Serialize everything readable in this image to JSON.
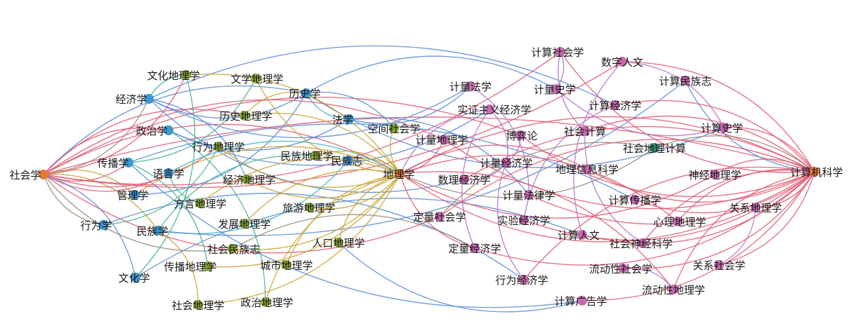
{
  "colors": {
    "discipline_root": "#e07a3c",
    "social_science": "#3f97cf",
    "geography": "#8aa637",
    "computational": "#c66aae",
    "computer_science": "#e07a3c",
    "edge_red": "#e05a73",
    "edge_blue": "#5b8dd6",
    "edge_gold": "#c8a434",
    "edge_green": "#45b38f",
    "edge_teal": "#42b6c9",
    "edge_purple": "#b274c9",
    "edge_gray": "#9a8a7a"
  },
  "nodes": [
    {
      "id": "shehuixue",
      "label": "社会学",
      "group": "discipline_root"
    },
    {
      "id": "jingjixue",
      "label": "经济学",
      "group": "social_science"
    },
    {
      "id": "zhengzhixue",
      "label": "政治学",
      "group": "social_science"
    },
    {
      "id": "chuanboxue",
      "label": "传播学",
      "group": "social_science"
    },
    {
      "id": "guanlixue",
      "label": "管理学",
      "group": "social_science"
    },
    {
      "id": "xingweixue",
      "label": "行为学",
      "group": "social_science"
    },
    {
      "id": "minzuxue",
      "label": "民族学",
      "group": "social_science"
    },
    {
      "id": "wenhuaxue",
      "label": "文化学",
      "group": "social_science"
    },
    {
      "id": "yuyanxue",
      "label": "语言学",
      "group": "social_science"
    },
    {
      "id": "lishixue",
      "label": "历史学",
      "group": "social_science"
    },
    {
      "id": "faxue",
      "label": "法学",
      "group": "social_science"
    },
    {
      "id": "minzuzhi",
      "label": "民族志",
      "group": "social_science"
    },
    {
      "id": "wenhuadili",
      "label": "文化地理学",
      "group": "geography"
    },
    {
      "id": "wenxuedili",
      "label": "文学地理学",
      "group": "geography"
    },
    {
      "id": "lishidili",
      "label": "历史地理学",
      "group": "geography"
    },
    {
      "id": "xingweidili",
      "label": "行为地理学",
      "group": "geography"
    },
    {
      "id": "minzudili",
      "label": "民族地理学",
      "group": "geography"
    },
    {
      "id": "jingjidili",
      "label": "经济地理学",
      "group": "geography"
    },
    {
      "id": "fangyandili",
      "label": "方言地理学",
      "group": "geography"
    },
    {
      "id": "lvyoudili",
      "label": "旅游地理学",
      "group": "geography"
    },
    {
      "id": "fazhandili",
      "label": "发展地理学",
      "group": "geography"
    },
    {
      "id": "shehuiminzuzhi",
      "label": "社会民族志",
      "group": "geography"
    },
    {
      "id": "renkoudili",
      "label": "人口地理学",
      "group": "geography"
    },
    {
      "id": "chuanbodili",
      "label": "传播地理学",
      "group": "geography"
    },
    {
      "id": "chengshidili",
      "label": "城市地理学",
      "group": "geography"
    },
    {
      "id": "shehuidili",
      "label": "社会地理学",
      "group": "geography"
    },
    {
      "id": "zhengzhidili",
      "label": "政治地理学",
      "group": "geography"
    },
    {
      "id": "kongjianshehui",
      "label": "空间社会学",
      "group": "geography"
    },
    {
      "id": "dilixue",
      "label": "地理学",
      "group": "discipline_root"
    },
    {
      "id": "jisuanshehui",
      "label": "计算社会学",
      "group": "computational"
    },
    {
      "id": "shuzirenwen",
      "label": "数字人文",
      "group": "computational"
    },
    {
      "id": "jisuanminzuzhi",
      "label": "计算民族志",
      "group": "computational"
    },
    {
      "id": "jiliangfaxue",
      "label": "计量法学",
      "group": "computational"
    },
    {
      "id": "jiliangshixue",
      "label": "计量史学",
      "group": "computational"
    },
    {
      "id": "shizheng",
      "label": "实证主义经济学",
      "group": "computational"
    },
    {
      "id": "jisuanjingji",
      "label": "计算经济学",
      "group": "computational"
    },
    {
      "id": "shehuijisuan",
      "label": "社会计算",
      "group": "computational"
    },
    {
      "id": "boyilun",
      "label": "博弈论",
      "group": "computational"
    },
    {
      "id": "jiliangdili",
      "label": "计量地理学",
      "group": "computational"
    },
    {
      "id": "jiliangjingji",
      "label": "计量经济学",
      "group": "computational"
    },
    {
      "id": "shehuidilijisuan",
      "label": "社会地理计算",
      "group": "social_geo_comp"
    },
    {
      "id": "jisuanshixue",
      "label": "计算史学",
      "group": "computational"
    },
    {
      "id": "dilixinxi",
      "label": "地理信息科学",
      "group": "computational"
    },
    {
      "id": "shenjingdili",
      "label": "神经地理学",
      "group": "computational"
    },
    {
      "id": "jisuanjikexue",
      "label": "计算机科学",
      "group": "discipline_root"
    },
    {
      "id": "shulijingji",
      "label": "数理经济学",
      "group": "computational"
    },
    {
      "id": "jiliangfalv",
      "label": "计量法律学",
      "group": "computational"
    },
    {
      "id": "jisuanchuanbo",
      "label": "计算传播学",
      "group": "computational"
    },
    {
      "id": "dingliangshehui",
      "label": "定量社会学",
      "group": "computational"
    },
    {
      "id": "shiyanjingji",
      "label": "实验经济学",
      "group": "computational"
    },
    {
      "id": "xinlidili",
      "label": "心理地理学",
      "group": "computational"
    },
    {
      "id": "guanxidili",
      "label": "关系地理学",
      "group": "computational"
    },
    {
      "id": "jisuanrenwen",
      "label": "计算人文",
      "group": "computational"
    },
    {
      "id": "shehuishenjing",
      "label": "社会神经科学",
      "group": "computational"
    },
    {
      "id": "dingliangjingji",
      "label": "定量经济学",
      "group": "computational"
    },
    {
      "id": "liudongshehui",
      "label": "流动性社会学",
      "group": "computational"
    },
    {
      "id": "guanxishehui",
      "label": "关系社会学",
      "group": "computational"
    },
    {
      "id": "xingweijingji",
      "label": "行为经济学",
      "group": "computational"
    },
    {
      "id": "liudongdili",
      "label": "流动性地理学",
      "group": "computational"
    },
    {
      "id": "jisuanguanggao",
      "label": "计算广告学",
      "group": "computational"
    }
  ],
  "edges": [
    [
      "shehuixue",
      "jingjixue",
      "edge_gray"
    ],
    [
      "shehuixue",
      "zhengzhixue",
      "edge_red"
    ],
    [
      "shehuixue",
      "chuanboxue",
      "edge_red"
    ],
    [
      "shehuixue",
      "guanlixue",
      "edge_gold"
    ],
    [
      "shehuixue",
      "xingweixue",
      "edge_gray"
    ],
    [
      "shehuixue",
      "minzuxue",
      "edge_gold"
    ],
    [
      "shehuixue",
      "yuyanxue",
      "edge_red"
    ],
    [
      "shehuixue",
      "lishixue",
      "edge_blue"
    ],
    [
      "shehuixue",
      "wenhuadili",
      "edge_red"
    ],
    [
      "shehuixue",
      "lishidili",
      "edge_red"
    ],
    [
      "shehuixue",
      "xingweidili",
      "edge_red"
    ],
    [
      "shehuixue",
      "dilixue",
      "edge_red"
    ],
    [
      "shehuixue",
      "jisuanshehui",
      "edge_red"
    ],
    [
      "shehuixue",
      "jisuanjikexue",
      "edge_red"
    ],
    [
      "shehuixue",
      "shehuiminzuzhi",
      "edge_gray"
    ],
    [
      "shehuixue",
      "jiliangdili",
      "edge_red"
    ],
    [
      "shehuixue",
      "dingliangshehui",
      "edge_red"
    ],
    [
      "shehuixue",
      "boyilun",
      "edge_red"
    ],
    [
      "shehuixue",
      "shuzirenwen",
      "edge_red"
    ],
    [
      "shehuixue",
      "wenhuaxue",
      "edge_blue"
    ],
    [
      "jingjixue",
      "lishixue",
      "edge_blue"
    ],
    [
      "jingjixue",
      "jingjidili",
      "edge_blue"
    ],
    [
      "jingjixue",
      "jiliangfaxue",
      "edge_blue"
    ],
    [
      "jingjixue",
      "jisuanjingji",
      "edge_blue"
    ],
    [
      "jingjixue",
      "shulijingji",
      "edge_blue"
    ],
    [
      "jingjixue",
      "wenhuadili",
      "edge_green"
    ],
    [
      "zhengzhixue",
      "faxue",
      "edge_blue"
    ],
    [
      "zhengzhixue",
      "zhengzhidili",
      "edge_green"
    ],
    [
      "zhengzhixue",
      "shizheng",
      "edge_blue"
    ],
    [
      "chuanboxue",
      "chuanbodili",
      "edge_green"
    ],
    [
      "chuanboxue",
      "wenxuedili",
      "edge_green"
    ],
    [
      "chuanboxue",
      "jisuanchuanbo",
      "edge_blue"
    ],
    [
      "guanlixue",
      "lishixue",
      "edge_blue"
    ],
    [
      "guanlixue",
      "dilixue",
      "edge_gold"
    ],
    [
      "xingweixue",
      "xingweidili",
      "edge_green"
    ],
    [
      "xingweixue",
      "xingweijingji",
      "edge_blue"
    ],
    [
      "minzuxue",
      "minzuzhi",
      "edge_teal"
    ],
    [
      "minzuxue",
      "minzudili",
      "edge_green"
    ],
    [
      "minzuxue",
      "jisuanminzuzhi",
      "edge_blue"
    ],
    [
      "minzuxue",
      "shehuidili",
      "edge_gold"
    ],
    [
      "wenhuaxue",
      "wenhuadili",
      "edge_green"
    ],
    [
      "wenhuaxue",
      "jisuanrenwen",
      "edge_blue"
    ],
    [
      "yuyanxue",
      "fangyandili",
      "edge_green"
    ],
    [
      "yuyanxue",
      "dilixue",
      "edge_teal"
    ],
    [
      "lishixue",
      "lishidili",
      "edge_gold"
    ],
    [
      "lishixue",
      "jiliangshixue",
      "edge_blue"
    ],
    [
      "lishixue",
      "jisuanshixue",
      "edge_blue"
    ],
    [
      "lishixue",
      "kongjianshehui",
      "edge_blue"
    ],
    [
      "lishixue",
      "faxue",
      "edge_teal"
    ],
    [
      "faxue",
      "jiliangfalv",
      "edge_blue"
    ],
    [
      "faxue",
      "jiliangfaxue",
      "edge_blue"
    ],
    [
      "wenhuadili",
      "dilixue",
      "edge_gold"
    ],
    [
      "wenxuedili",
      "dilixue",
      "edge_gold"
    ],
    [
      "lishidili",
      "dilixue",
      "edge_gold"
    ],
    [
      "xingweidili",
      "dilixue",
      "edge_gold"
    ],
    [
      "minzudili",
      "dilixue",
      "edge_gold"
    ],
    [
      "jingjidili",
      "dilixue",
      "edge_gold"
    ],
    [
      "fangyandili",
      "dilixue",
      "edge_gold"
    ],
    [
      "lvyoudili",
      "dilixue",
      "edge_gold"
    ],
    [
      "fazhandili",
      "dilixue",
      "edge_gold"
    ],
    [
      "shehuiminzuzhi",
      "dilixue",
      "edge_gold"
    ],
    [
      "renkoudili",
      "dilixue",
      "edge_gold"
    ],
    [
      "chuanbodili",
      "dilixue",
      "edge_gold"
    ],
    [
      "chengshidili",
      "dilixue",
      "edge_gold"
    ],
    [
      "shehuidili",
      "dilixue",
      "edge_gold"
    ],
    [
      "zhengzhidili",
      "dilixue",
      "edge_gold"
    ],
    [
      "kongjianshehui",
      "dilixue",
      "edge_gold"
    ],
    [
      "minzuzhi",
      "dilixue",
      "edge_gold"
    ],
    [
      "dilixue",
      "jiliangdili",
      "edge_red"
    ],
    [
      "dilixue",
      "dilixinxi",
      "edge_red"
    ],
    [
      "dilixue",
      "shenjingdili",
      "edge_red"
    ],
    [
      "dilixue",
      "xinlidili",
      "edge_red"
    ],
    [
      "dilixue",
      "guanxidili",
      "edge_red"
    ],
    [
      "dilixue",
      "liudongdili",
      "edge_red"
    ],
    [
      "dilixue",
      "shehuidilijisuan",
      "edge_gray"
    ],
    [
      "dilixue",
      "jisuanjikexue",
      "edge_red"
    ],
    [
      "dilixue",
      "dingliangjingji",
      "edge_red"
    ],
    [
      "dilixue",
      "shizheng",
      "edge_purple"
    ],
    [
      "jisuanshehui",
      "jisuanjikexue",
      "edge_red"
    ],
    [
      "jisuanshehui",
      "jiliangshixue",
      "edge_purple"
    ],
    [
      "jisuanshehui",
      "shehuijisuan",
      "edge_purple"
    ],
    [
      "shuzirenwen",
      "jisuanjikexue",
      "edge_red"
    ],
    [
      "shuzirenwen",
      "jisuanrenwen",
      "edge_purple"
    ],
    [
      "shuzirenwen",
      "jisuanshixue",
      "edge_purple"
    ],
    [
      "jisuanminzuzhi",
      "jisuanjikexue",
      "edge_blue"
    ],
    [
      "jiliangfaxue",
      "jiliangfalv",
      "edge_purple"
    ],
    [
      "jiliangshixue",
      "jisuanshixue",
      "edge_purple"
    ],
    [
      "shizheng",
      "jiliangjingji",
      "edge_purple"
    ],
    [
      "shizheng",
      "dingliangjingji",
      "edge_purple"
    ],
    [
      "jisuanjingji",
      "jisuanjikexue",
      "edge_red"
    ],
    [
      "jisuanjingji",
      "shiyanjingji",
      "edge_purple"
    ],
    [
      "shehuijisuan",
      "jisuanjikexue",
      "edge_red"
    ],
    [
      "shehuijisuan",
      "shehuishenjing",
      "edge_purple"
    ],
    [
      "boyilun",
      "jiliangjingji",
      "edge_purple"
    ],
    [
      "boyilun",
      "jisuanjikexue",
      "edge_red"
    ],
    [
      "jiliangjingji",
      "shulijingji",
      "edge_purple"
    ],
    [
      "jiliangjingji",
      "xingweijingji",
      "edge_purple"
    ],
    [
      "shehuidilijisuan",
      "jisuanjikexue",
      "edge_gray"
    ],
    [
      "shehuidilijisuan",
      "dingliangshehui",
      "edge_gray"
    ],
    [
      "jisuanshixue",
      "jisuanjikexue",
      "edge_red"
    ],
    [
      "dilixinxi",
      "jisuanjikexue",
      "edge_red"
    ],
    [
      "shenjingdili",
      "jisuanjikexue",
      "edge_red"
    ],
    [
      "jisuanchuanbo",
      "jisuanjikexue",
      "edge_red"
    ],
    [
      "xinlidili",
      "jisuanjikexue",
      "edge_red"
    ],
    [
      "guanxidili",
      "jisuanjikexue",
      "edge_red"
    ],
    [
      "guanxidili",
      "guanxishehui",
      "edge_purple"
    ],
    [
      "jisuanrenwen",
      "jisuanjikexue",
      "edge_red"
    ],
    [
      "shehuishenjing",
      "jisuanjikexue",
      "edge_red"
    ],
    [
      "liudongshehui",
      "jisuanjikexue",
      "edge_red"
    ],
    [
      "liudongshehui",
      "liudongdili",
      "edge_purple"
    ],
    [
      "guanxishehui",
      "jisuanjikexue",
      "edge_red"
    ],
    [
      "liudongdili",
      "jisuanjikexue",
      "edge_red"
    ],
    [
      "jisuanguanggao",
      "jisuanjikexue",
      "edge_red"
    ],
    [
      "jisuanguanggao",
      "chuanboxue",
      "edge_blue"
    ],
    [
      "dingliangjingji",
      "jisuanjikexue",
      "edge_red"
    ],
    [
      "xingweijingji",
      "jisuanjikexue",
      "edge_red"
    ],
    [
      "shiyanjingji",
      "jisuanjikexue",
      "edge_red"
    ],
    [
      "shulijingji",
      "jisuanjikexue",
      "edge_red"
    ],
    [
      "jiliangfalv",
      "jisuanjikexue",
      "edge_red"
    ],
    [
      "dingliangshehui",
      "jisuanjikexue",
      "edge_red"
    ],
    [
      "jiliangdili",
      "jisuanjikexue",
      "edge_red"
    ],
    [
      "shehuiminzuzhi",
      "dingliangjingji",
      "edge_gray"
    ],
    [
      "renkoudili",
      "jisuanguanggao",
      "edge_blue"
    ]
  ]
}
